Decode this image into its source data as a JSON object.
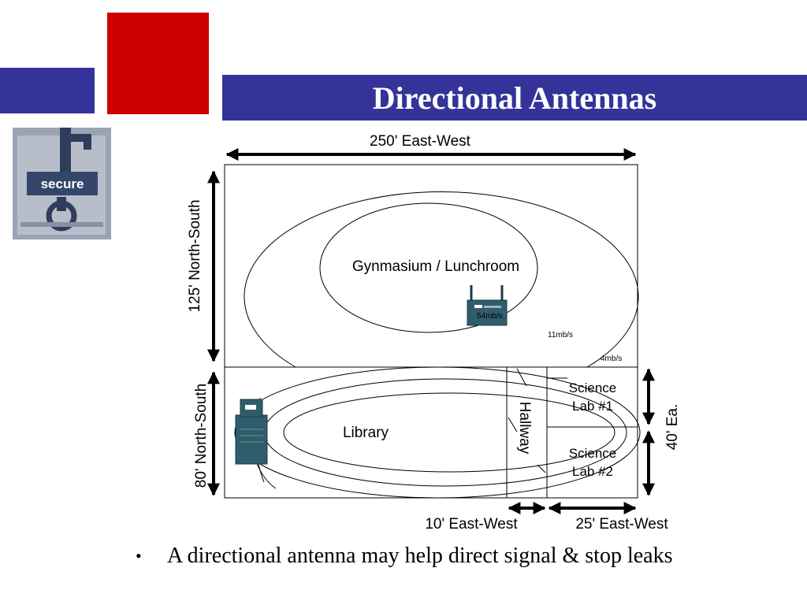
{
  "slide": {
    "title": "Directional Antennas",
    "bullet": "A directional antenna may help direct signal & stop leaks",
    "colors": {
      "band": "#333399",
      "red": "#cc0000"
    }
  },
  "logo": {
    "text": "secure",
    "icon": "key-and-lock-icon"
  },
  "diagram": {
    "dims": {
      "top": "250' East-West",
      "left_upper": "125' North-South",
      "left_lower": "80' North-South",
      "right": "40' Ea.",
      "bottom_hallway": "10' East-West",
      "bottom_labs": "25' East-West"
    },
    "rooms": {
      "gym": "Gynmasium / Lunchroom",
      "library": "Library",
      "hallway": "Hallway",
      "lab1_line1": "Science",
      "lab1_line2": "Lab #1",
      "lab2_line1": "Science",
      "lab2_line2": "Lab #2"
    },
    "rates": {
      "high": "54mb/s",
      "mid": "11mb/s",
      "low": "4mb/s"
    },
    "devices": {
      "access_point": "access-point-icon",
      "server": "server-tower-icon"
    }
  }
}
